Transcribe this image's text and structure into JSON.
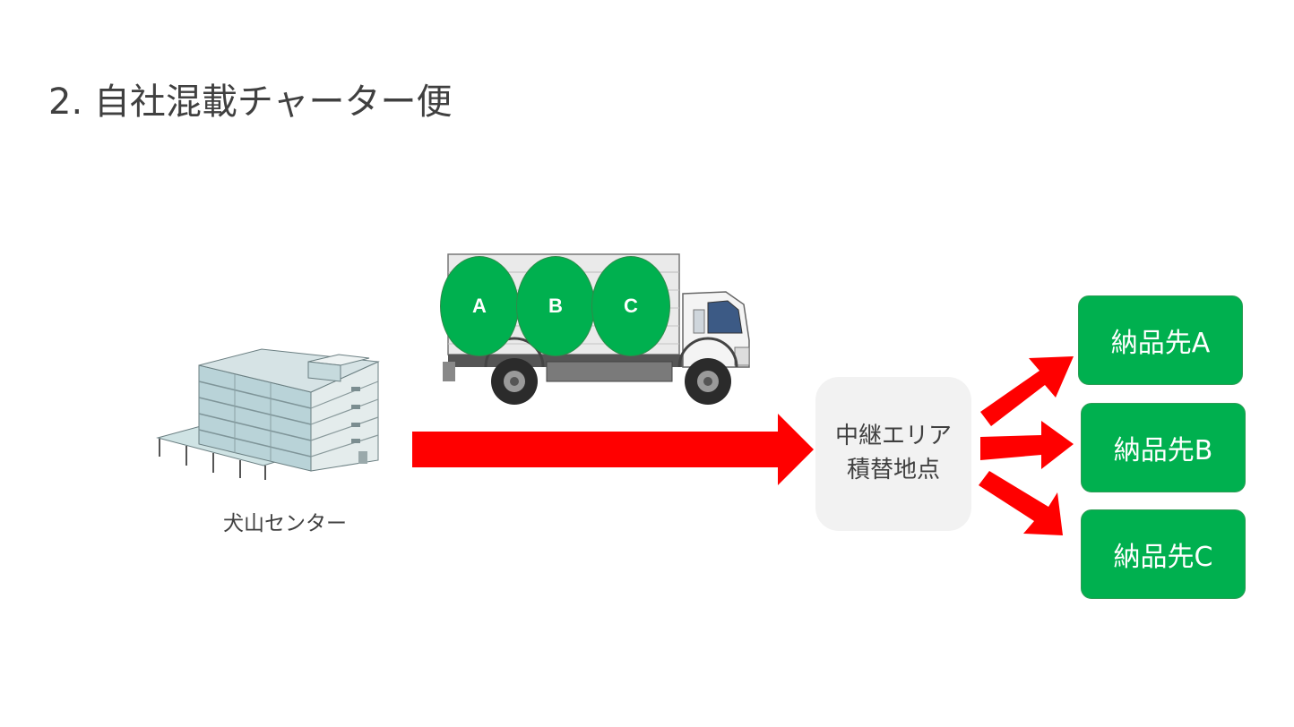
{
  "title": "2. 自社混載チャーター便",
  "origin": {
    "label": "犬山センター",
    "icon": "warehouse-building-icon"
  },
  "truck": {
    "icon": "box-truck-icon",
    "cargo": [
      "A",
      "B",
      "C"
    ]
  },
  "relay": {
    "line1": "中継エリア",
    "line2": "積替地点"
  },
  "destinations": [
    "納品先A",
    "納品先B",
    "納品先C"
  ],
  "colors": {
    "arrow": "#ff0000",
    "green": "#00b04f",
    "relay_bg": "#f2f2f2",
    "text": "#404040"
  }
}
